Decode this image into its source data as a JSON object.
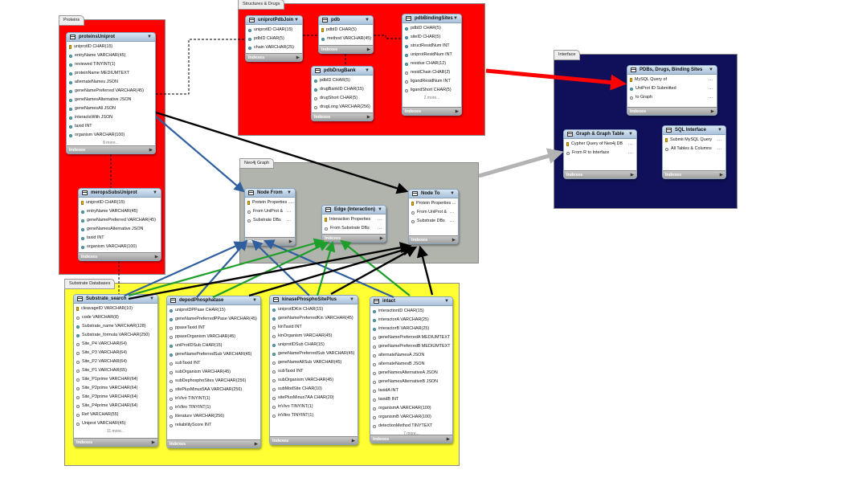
{
  "regions": {
    "proteins": {
      "label": "Proteins",
      "color": "#ff0000"
    },
    "structures": {
      "label": "Structures & Drugs",
      "color": "#ff0000"
    },
    "interface": {
      "label": "Interface",
      "color": "#0f0f5a"
    },
    "neo4j": {
      "label": "Neo4j Graph",
      "color": "#b1b3ad"
    },
    "substrate": {
      "label": "Substrate Databases",
      "color": "#ffff33"
    }
  },
  "tables": {
    "proteinsUniprot": {
      "title": "proteinsUniprot",
      "fields": [
        {
          "icon": "key",
          "text": "uniprotID CHAR(15)"
        },
        {
          "icon": "col",
          "text": "entryName VARCHAR(45)"
        },
        {
          "icon": "col",
          "text": "reviewed TINYINT(1)"
        },
        {
          "icon": "col",
          "text": "proteinName MEDIUMTEXT"
        },
        {
          "icon": "col",
          "text": "alternateNames JSON"
        },
        {
          "icon": "col",
          "text": "geneNamePreferred VARCHAR(45)"
        },
        {
          "icon": "col",
          "text": "geneNamesAlternative JSON"
        },
        {
          "icon": "col",
          "text": "geneNamesAll JSON"
        },
        {
          "icon": "col",
          "text": "interactsWith JSON"
        },
        {
          "icon": "col",
          "text": "taxid INT"
        },
        {
          "icon": "col",
          "text": "organism VARCHAR(100)"
        }
      ],
      "more": "8 more...",
      "footer": "Indexes"
    },
    "meropsSubsUniprot": {
      "title": "meropsSubsUniprot",
      "fields": [
        {
          "icon": "key",
          "text": "uniprotID CHAR(15)"
        },
        {
          "icon": "col",
          "text": "entryName VARCHAR(45)"
        },
        {
          "icon": "col",
          "text": "geneNamePreferred VARCHAR(45)"
        },
        {
          "icon": "col",
          "text": "geneNamesAlternative JSON"
        },
        {
          "icon": "col",
          "text": "taxid INT"
        },
        {
          "icon": "col",
          "text": "organism VARCHAR(100)"
        }
      ],
      "footer": "Indexes"
    },
    "uniprotPdbJoin": {
      "title": "uniprotPdbJoin",
      "fields": [
        {
          "icon": "col",
          "text": "uniprotID CHAR(15)"
        },
        {
          "icon": "col",
          "text": "pdbID CHAR(5)"
        },
        {
          "icon": "col",
          "text": "chain VARCHAR(25)"
        }
      ],
      "footer": "Indexes"
    },
    "pdb": {
      "title": "pdb",
      "fields": [
        {
          "icon": "key",
          "text": "pdbID CHAR(5)"
        },
        {
          "icon": "col",
          "text": "method VARCHAR(45)"
        }
      ],
      "footer": "Indexes"
    },
    "pdbDrugBank": {
      "title": "pdbDrugBank",
      "fields": [
        {
          "icon": "col",
          "text": "pdbID CHAR(5)"
        },
        {
          "icon": "col",
          "text": "drugBankID CHAR(15)"
        },
        {
          "icon": "nn",
          "text": "drugShort CHAR(5)"
        },
        {
          "icon": "nn",
          "text": "drugLong VARCHAR(256)"
        }
      ],
      "footer": "Indexes"
    },
    "pdbBindingSites": {
      "title": "pdbBindingSites",
      "fields": [
        {
          "icon": "col",
          "text": "pdbID CHAR(5)"
        },
        {
          "icon": "col",
          "text": "siteID CHAR(5)"
        },
        {
          "icon": "col",
          "text": "structResidNum INT"
        },
        {
          "icon": "col",
          "text": "uniprotResidNum INT"
        },
        {
          "icon": "col",
          "text": "residue CHAR(12)"
        },
        {
          "icon": "nn",
          "text": "residChain CHAR(2)"
        },
        {
          "icon": "nn",
          "text": "ligandResidNum INT"
        },
        {
          "icon": "nn",
          "text": "ligandShort CHAR(5)"
        }
      ],
      "more": "2 more...",
      "footer": "Indexes"
    },
    "pdbsDrugsBinding": {
      "title": "PDBs, Drugs, Binding Sites",
      "fields": [
        {
          "icon": "key",
          "text": "MySQL Query of",
          "dots": "..."
        },
        {
          "icon": "col",
          "text": "UniProt ID Submitted",
          "dots": "..."
        },
        {
          "icon": "nn",
          "text": "to Graph",
          "dots": "..."
        }
      ],
      "footer": "Indexes"
    },
    "graphTable": {
      "title": "Graph & Graph Table",
      "fields": [
        {
          "icon": "key",
          "text": "Cypher Query of Neo4j DB",
          "dots": "..."
        },
        {
          "icon": "nn",
          "text": "From R to Interface",
          "dots": "..."
        }
      ],
      "footer": "Indexes"
    },
    "sqlInterface": {
      "title": "SQL Interface",
      "fields": [
        {
          "icon": "key",
          "text": "Submit MySQL Query",
          "dots": "..."
        },
        {
          "icon": "nn",
          "text": "All Tables & Columns",
          "dots": "..."
        }
      ],
      "footer": "Indexes"
    },
    "nodeFrom": {
      "title": "Node From",
      "fields": [
        {
          "icon": "key",
          "text": "Protein Properties ...",
          "dots": "..."
        },
        {
          "icon": "nn",
          "text": "From UniProt &",
          "dots": "..."
        },
        {
          "icon": "nn",
          "text": "Substrate DBs",
          "dots": "..."
        }
      ],
      "footer": "Indexes"
    },
    "edgeInteraction": {
      "title": "Edge (Interaction)",
      "fields": [
        {
          "icon": "key",
          "text": "Interaction Properties",
          "dots": "..."
        },
        {
          "icon": "nn",
          "text": "From Substrate DBs",
          "dots": "..."
        }
      ],
      "footer": "Indexes"
    },
    "nodeTo": {
      "title": "Node To",
      "fields": [
        {
          "icon": "key",
          "text": "Protein Properties ...",
          "dots": ""
        },
        {
          "icon": "nn",
          "text": "From UniProt &",
          "dots": "..."
        },
        {
          "icon": "nn",
          "text": "Substrate DBs",
          "dots": "..."
        }
      ],
      "footer": "Indexes"
    },
    "substrateSearch": {
      "title": "Substrate_search",
      "fields": [
        {
          "icon": "key",
          "text": "cleavageID VARCHAR(10)"
        },
        {
          "icon": "nn",
          "text": "code VARCHAR(8)"
        },
        {
          "icon": "col",
          "text": "Substrate_name VARCHAR(128)"
        },
        {
          "icon": "col",
          "text": "Substrate_formula VARCHAR(250)"
        },
        {
          "icon": "nn",
          "text": "Site_P4 VARCHAR(64)"
        },
        {
          "icon": "nn",
          "text": "Site_P3 VARCHAR(64)"
        },
        {
          "icon": "nn",
          "text": "Site_P2 VARCHAR(64)"
        },
        {
          "icon": "nn",
          "text": "Site_P1 VARCHAR(65)"
        },
        {
          "icon": "nn",
          "text": "Site_P1prime VARCHAR(64)"
        },
        {
          "icon": "nn",
          "text": "Site_P2prime VARCHAR(64)"
        },
        {
          "icon": "nn",
          "text": "Site_P3prime VARCHAR(64)"
        },
        {
          "icon": "nn",
          "text": "Site_P4prime VARCHAR(64)"
        },
        {
          "icon": "nn",
          "text": "Ref VARCHAR(55)"
        },
        {
          "icon": "nn",
          "text": "Uniprot VARCHAR(45)"
        }
      ],
      "more": "11 more...",
      "footer": "Indexes"
    },
    "depodPhosphatase": {
      "title": "depodPhosphatase",
      "fields": [
        {
          "icon": "col",
          "text": "uniprotDPPase CHAR(15)"
        },
        {
          "icon": "col",
          "text": "geneNamePreferredPPase VARCHAR(45)"
        },
        {
          "icon": "nn",
          "text": "ppaseTaxid INT"
        },
        {
          "icon": "nn",
          "text": "ppaseOrganism VARCHAR(45)"
        },
        {
          "icon": "col",
          "text": "uniProtIDSub CHAR(15)"
        },
        {
          "icon": "col",
          "text": "geneNamePreferredSub VARCHAR(45)"
        },
        {
          "icon": "nn",
          "text": "subTaxid INT"
        },
        {
          "icon": "nn",
          "text": "subOrganism VARCHAR(45)"
        },
        {
          "icon": "nn",
          "text": "subDephosphoSites VARCHAR(256)"
        },
        {
          "icon": "nn",
          "text": "sitePlusMinus5AA VARCHAR(256)"
        },
        {
          "icon": "nn",
          "text": "inVivo TINYINT(1)"
        },
        {
          "icon": "nn",
          "text": "inVitro TINYINT(1)"
        },
        {
          "icon": "nn",
          "text": "literature VARCHAR(256)"
        },
        {
          "icon": "nn",
          "text": "reliabilityScore INT"
        }
      ],
      "footer": "Indexes"
    },
    "kinasePhosphoSitePlus": {
      "title": "kinasePhosphoSitePlus",
      "fields": [
        {
          "icon": "col",
          "text": "uniprotIDKin CHAR(15)"
        },
        {
          "icon": "col",
          "text": "geneNamePreferredKin VARCHAR(45)"
        },
        {
          "icon": "nn",
          "text": "kinTaxid INT"
        },
        {
          "icon": "nn",
          "text": "kinOrganism VARCHAR(45)"
        },
        {
          "icon": "col",
          "text": "uniprotIDSub CHAR(15)"
        },
        {
          "icon": "col",
          "text": "geneNamePreferredSub VARCHAR(45)"
        },
        {
          "icon": "nn",
          "text": "geneNameAltSub VARCHAR(45)"
        },
        {
          "icon": "nn",
          "text": "subTaxid INT"
        },
        {
          "icon": "nn",
          "text": "subOrganism VARCHAR(45)"
        },
        {
          "icon": "nn",
          "text": "subModSite CHAR(10)"
        },
        {
          "icon": "nn",
          "text": "sitePlusMinus7AA CHAR(20)"
        },
        {
          "icon": "nn",
          "text": "inVivo TINYINT(1)"
        },
        {
          "icon": "nn",
          "text": "inVitro TINYINT(1)"
        }
      ],
      "footer": "Indexes"
    },
    "intact": {
      "title": "intact",
      "fields": [
        {
          "icon": "col",
          "text": "interactionID CHAR(15)"
        },
        {
          "icon": "col",
          "text": "interactorA VARCHAR(25)"
        },
        {
          "icon": "col",
          "text": "interactorB VARCHAR(25)"
        },
        {
          "icon": "nn",
          "text": "geneNamePreferredA MEDIUMTEXT"
        },
        {
          "icon": "nn",
          "text": "geneNamePreferredB MEDIUMTEXT"
        },
        {
          "icon": "nn",
          "text": "alternateNamesA JSON"
        },
        {
          "icon": "nn",
          "text": "alternateNamesB JSON"
        },
        {
          "icon": "nn",
          "text": "geneNamesAlternativeA JSON"
        },
        {
          "icon": "nn",
          "text": "geneNamesAlternativeB JSON"
        },
        {
          "icon": "nn",
          "text": "taxidA INT"
        },
        {
          "icon": "nn",
          "text": "taxidB INT"
        },
        {
          "icon": "nn",
          "text": "organismA VARCHAR(100)"
        },
        {
          "icon": "nn",
          "text": "organismB VARCHAR(100)"
        },
        {
          "icon": "nn",
          "text": "detectionMethod TINYTEXT"
        }
      ],
      "more": "7 more...",
      "footer": "Indexes"
    }
  },
  "colors": {
    "blue_arrow": "#2f5f9e",
    "green_arrow": "#1e9e2a",
    "black_arrow": "#000000",
    "red_arrow": "#ff0000",
    "gray_arrow": "#b3b3b3"
  }
}
